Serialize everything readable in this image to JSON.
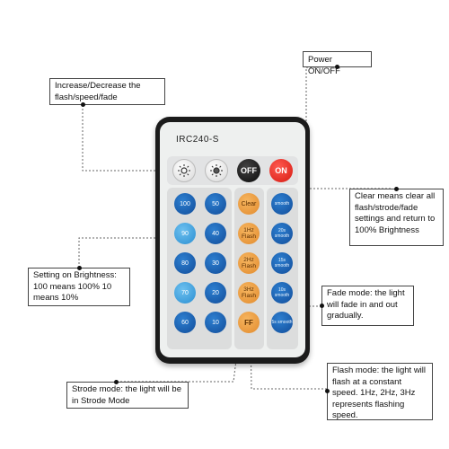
{
  "remote": {
    "model": "IRC240-S",
    "top_buttons": {
      "brightness_up_icon": "sun-icon",
      "brightness_down_icon": "sun-icon",
      "off_label": "OFF",
      "on_label": "ON"
    },
    "brightness_buttons": [
      "100",
      "50",
      "90",
      "40",
      "80",
      "30",
      "70",
      "20",
      "60",
      "10"
    ],
    "mode_buttons": [
      "Clear",
      "1Hz Flash",
      "2Hz Flash",
      "3Hz Flash",
      "FF"
    ],
    "smooth_buttons": [
      "smooth",
      "20s smooth",
      "15s smooth",
      "10s smooth",
      "5s smooth"
    ],
    "colors": {
      "body": "#1b1b1b",
      "face": "#eef0ef",
      "off": "#111111",
      "on": "#e0241b",
      "dark_blue": "#1a5fae",
      "light_blue": "#3a9ddb",
      "orange": "#e8993c"
    }
  },
  "callouts": {
    "power": "Power ON/OFF",
    "increase": "Increase/Decrease the flash/speed/fade",
    "clear": "Clear means clear all flash/strode/fade settings and return to 100% Brightness",
    "brightness": "Setting on Brightness: 100 means 100% 10 means 10%",
    "fade": "Fade mode: the light will fade in and out gradually.",
    "flash": "Flash mode: the light will flash at a constant speed. 1Hz, 2Hz, 3Hz represents flashing speed.",
    "strode": "Strode mode: the light will be in Strode Mode"
  }
}
